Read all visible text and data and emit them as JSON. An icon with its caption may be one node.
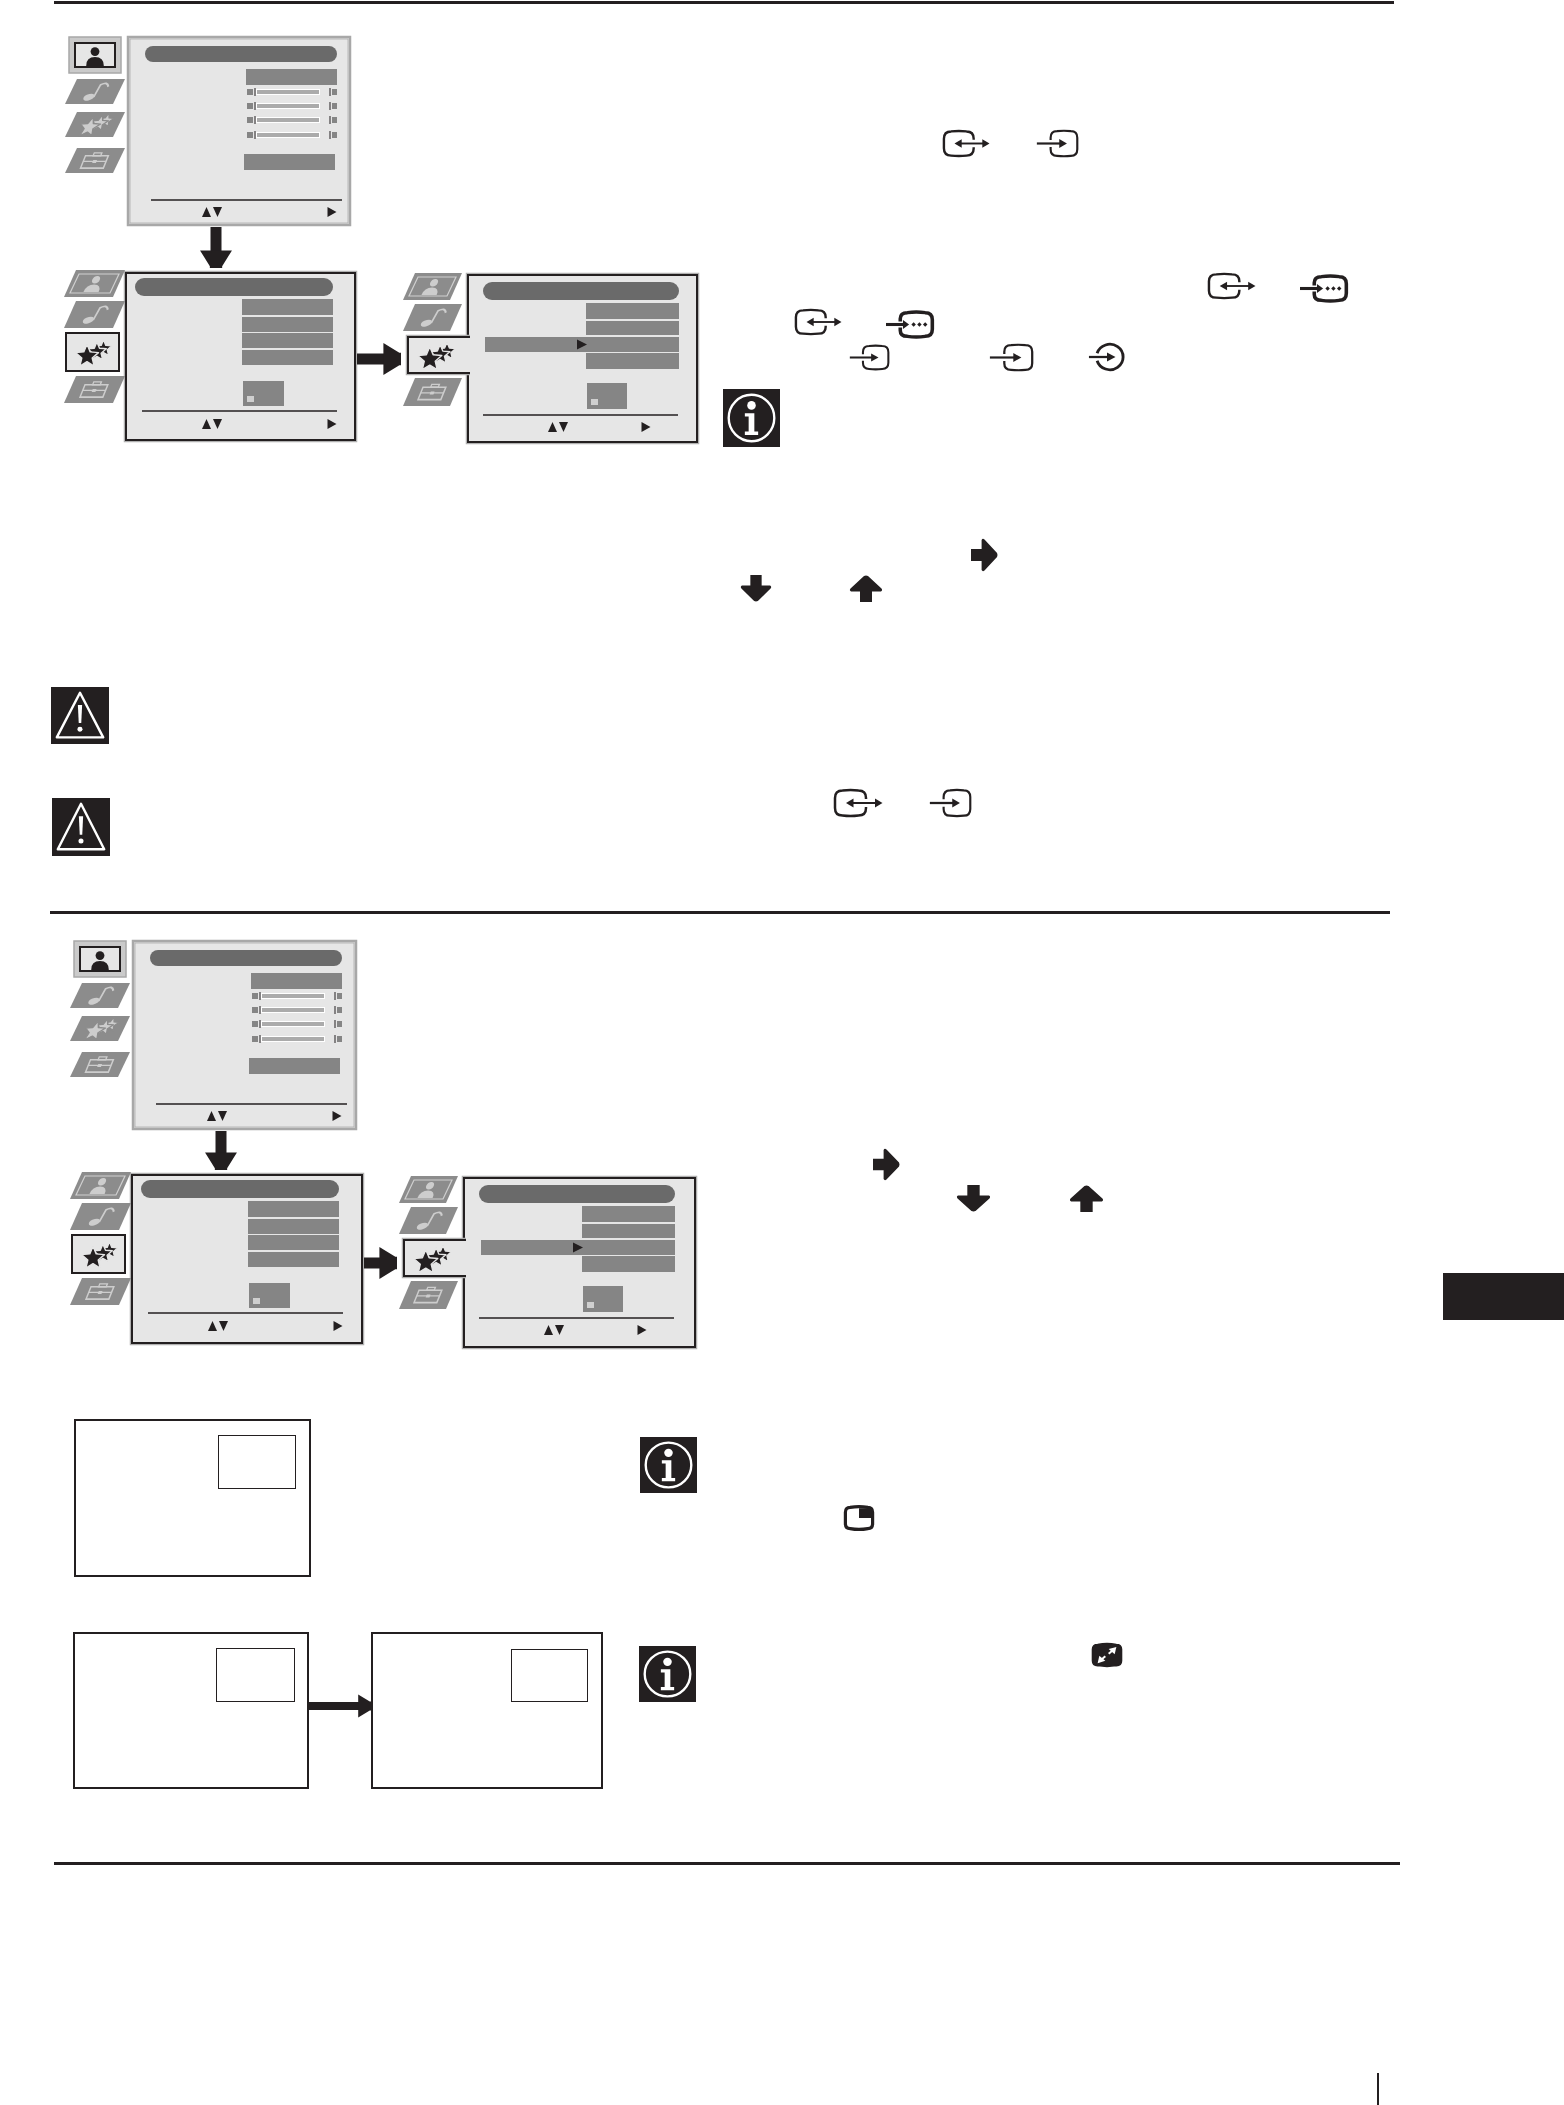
{
  "diagram": {
    "nodes": [
      {
        "text": [],
        "shape": "picture"
      },
      {
        "text": [],
        "shape": "picture"
      },
      {
        "text": [],
        "shape": "picture"
      },
      {
        "text": [],
        "shape": "picture"
      },
      {
        "text": [],
        "shape": "picture"
      },
      {
        "text": [],
        "shape": "picture"
      },
      {
        "text": [],
        "shape": "box"
      },
      {
        "text": [],
        "shape": "box",
        "in": 6
      },
      {
        "text": [],
        "shape": "box"
      },
      {
        "text": [],
        "shape": "box",
        "in": 8
      },
      {
        "text": [],
        "shape": "box"
      },
      {
        "text": [],
        "shape": "box",
        "in": 10
      }
    ],
    "edges": [
      {
        "from": 0,
        "to": 1,
        "arrow": "to"
      },
      {
        "from": 1,
        "to": 2,
        "arrow": "to"
      },
      {
        "from": 3,
        "to": 4,
        "arrow": "to"
      },
      {
        "from": 4,
        "to": 5,
        "arrow": "to"
      },
      {
        "from": 8,
        "to": 10,
        "arrow": "to"
      }
    ]
  }
}
